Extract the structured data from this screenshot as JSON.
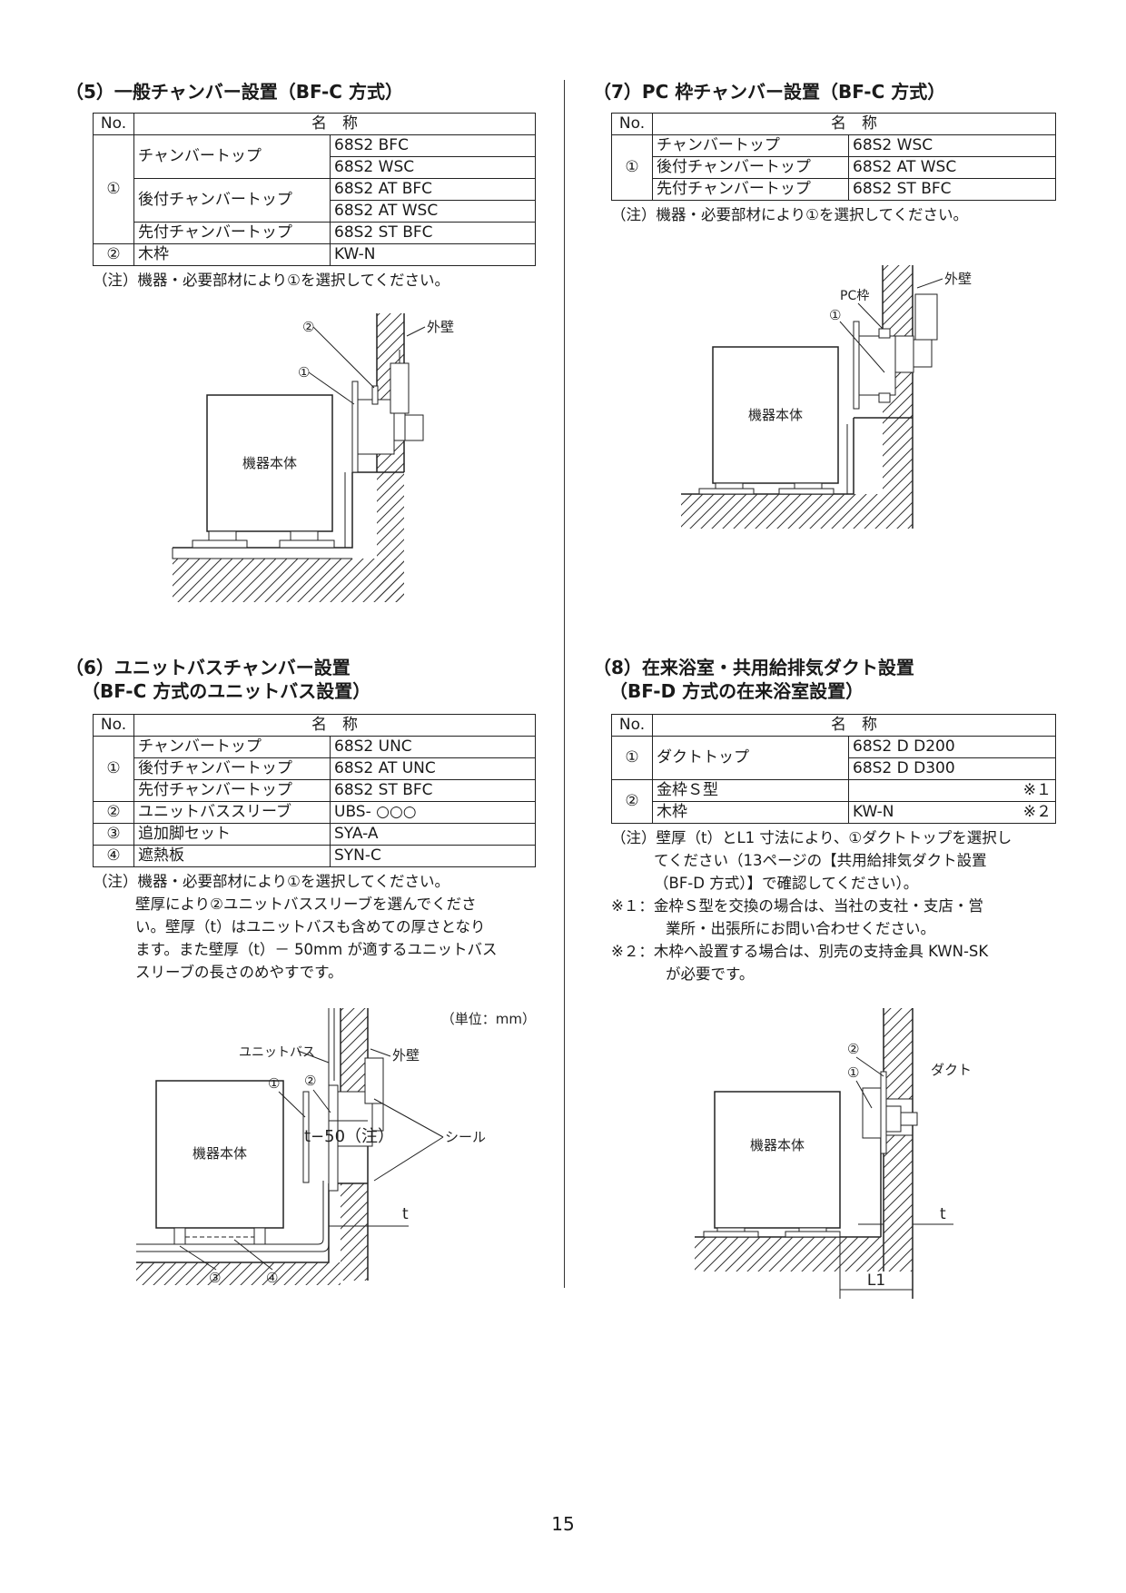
{
  "s5": {
    "title": "（5）一般チャンバー設置（BF-C 方式）",
    "th_no": "No.",
    "th_name": "名　称",
    "n1": "①",
    "r1_name": "チャンバートップ",
    "r1_c1": "68S2 BFC",
    "r1_c2": "68S2 WSC",
    "r2_name": "後付チャンバートップ",
    "r2_c1": "68S2 AT BFC",
    "r2_c2": "68S2 AT WSC",
    "r3_name": "先付チャンバートップ",
    "r3_c1": "68S2 ST BFC",
    "n2": "②",
    "r4_name": "木枠",
    "r4_c1": "KW-N",
    "note": "（注）機器・必要部材により①を選択してください。",
    "d_body": "機器本体",
    "d_wall": "外壁",
    "d_1": "①",
    "d_2": "②"
  },
  "s7": {
    "title": "（7）PC 枠チャンバー設置（BF-C 方式）",
    "th_no": "No.",
    "th_name": "名　称",
    "n1": "①",
    "r1_name": "チャンバートップ",
    "r1_c1": "68S2 WSC",
    "r2_name": "後付チャンバートップ",
    "r2_c1": "68S2 AT WSC",
    "r3_name": "先付チャンバートップ",
    "r3_c1": "68S2 ST BFC",
    "note": "（注）機器・必要部材により①を選択してください。",
    "d_body": "機器本体",
    "d_wall": "外壁",
    "d_pc": "PC枠",
    "d_1": "①"
  },
  "s6": {
    "title1": "（6）ユニットバスチャンバー設置",
    "title2": "（BF-C 方式のユニットバス設置）",
    "th_no": "No.",
    "th_name": "名　称",
    "n1": "①",
    "r1_name": "チャンバートップ",
    "r1_c1": "68S2 UNC",
    "r2_name": "後付チャンバートップ",
    "r2_c1": "68S2 AT UNC",
    "r3_name": "先付チャンバートップ",
    "r3_c1": "68S2 ST BFC",
    "n2": "②",
    "r4_name": "ユニットバススリーブ",
    "r4_c1": "UBS- ○○○",
    "n3": "③",
    "r5_name": "追加脚セット",
    "r5_c1": "SYA-A",
    "n4": "④",
    "r6_name": "遮熱板",
    "r6_c1": "SYN-C",
    "note1": "（注）機器・必要部材により①を選択してください。",
    "note2": "壁厚により②ユニットバススリーブを選んでくださ",
    "note3": "い。壁厚（t）はユニットバスも含めての厚さとなり",
    "note4": "ます。また壁厚（t）－ 50mm が適するユニットバス",
    "note5": "スリーブの長さのめやすです。",
    "d_unit": "（単位：mm）",
    "d_body": "機器本体",
    "d_ub": "ユニットバス",
    "d_wall": "外壁",
    "d_seal": "シール",
    "d_t50": "t−50（注）",
    "d_t": "t",
    "d_1": "①",
    "d_2": "②",
    "d_3": "③",
    "d_4": "④"
  },
  "s8": {
    "title1": "（8）在来浴室・共用給排気ダクト設置",
    "title2": "（BF-D 方式の在来浴室設置）",
    "th_no": "No.",
    "th_name": "名　称",
    "n1": "①",
    "r1_name": "ダクトトップ",
    "r1_c1": "68S2 D D200",
    "r1_c2": "68S2 D D300",
    "n2": "②",
    "r2_name": "金枠Ｓ型",
    "r2_mark": "※１",
    "r3_name": "木枠",
    "r3_c1": "KW-N",
    "r3_mark": "※２",
    "note1": "（注）壁厚（t）とL1 寸法により、①ダクトトップを選択し",
    "note2": "てください（13ページの【共用給排気ダクト設置",
    "note3": "（BF-D 方式）】で確認してください）。",
    "note4": "※１：金枠Ｓ型を交換の場合は、当社の支社・支店・営",
    "note5": "業所・出張所にお問い合わせください。",
    "note6": "※２：木枠へ設置する場合は、別売の支持金具 KWN-SK",
    "note7": "が必要です。",
    "d_body": "機器本体",
    "d_duct": "ダクト",
    "d_t": "t",
    "d_l1": "L1",
    "d_1": "①",
    "d_2": "②"
  },
  "page_number": "15"
}
